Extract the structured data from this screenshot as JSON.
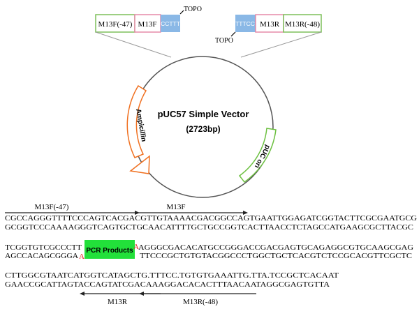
{
  "insert_map": {
    "left": {
      "primer_outer": "M13F(-47)",
      "primer_inner": "M13F",
      "overhang": "CCTTT",
      "topo": "TOPO"
    },
    "right": {
      "overhang": "TTTCC",
      "primer_inner": "M13R",
      "primer_outer": "M13R(-48)",
      "topo": "TOPO"
    }
  },
  "plasmid": {
    "name": "pUC57  Simple Vector",
    "size": "(2723bp)",
    "features": {
      "ampicillin": "Ampicillin",
      "ori": "pUC ori"
    }
  },
  "sequence": {
    "primer_labels": {
      "m13f47": "M13F(-47)",
      "m13f": "M13F",
      "m13r": "M13R",
      "m13r48": "M13R(-48)"
    },
    "block1": {
      "top": "CGCCAGGGTTTTCCCAGTCACGACGTTGTAAAACGACGGCCAGTGAATTGGAGATCGGTACTTCGCGAATGCG",
      "bottom": "GCGGTCCCAAAAGGGTCAGTGCTGCAACATTTTGCTGCCGGTCACTTAACCTCTAGCCATGAAGCGCTTACGC"
    },
    "block2": {
      "top_left": "TCGGTGTCGCCCTT",
      "top_overhang": "A",
      "top_right": "AGGGCGACACATGCCGGGACCGACGAGTGCAGAGGCGTGCAAGCGAG",
      "bottom_left": "AGCCACAGCGGGA",
      "bottom_overhang": "A",
      "bottom_right": "TTCCCGCTGTGTACGGCCCTGGCTGCTCACGTCTCCGCACGTTCGCTC",
      "insert_label": "PCR Products"
    },
    "block3": {
      "top": "CTTGGCGTAATCATGGTCATAGCTG.TTTCC.TGTGTGAAATTG.TTA.TCCGCTCACAAT",
      "bottom": "GAACCGCATTAGTACCAGTATCGACAAAGGACACACTTTAACAATAGGCGAGTGTTA"
    }
  },
  "colors": {
    "primer_outer": "#7dbf5a",
    "primer_inner": "#e58aa8",
    "overhang": "#8ab8e6",
    "ampicillin": "#f07020",
    "ori": "#6cc040",
    "insert": "#22e03a",
    "overhang_base": "#e02020"
  }
}
